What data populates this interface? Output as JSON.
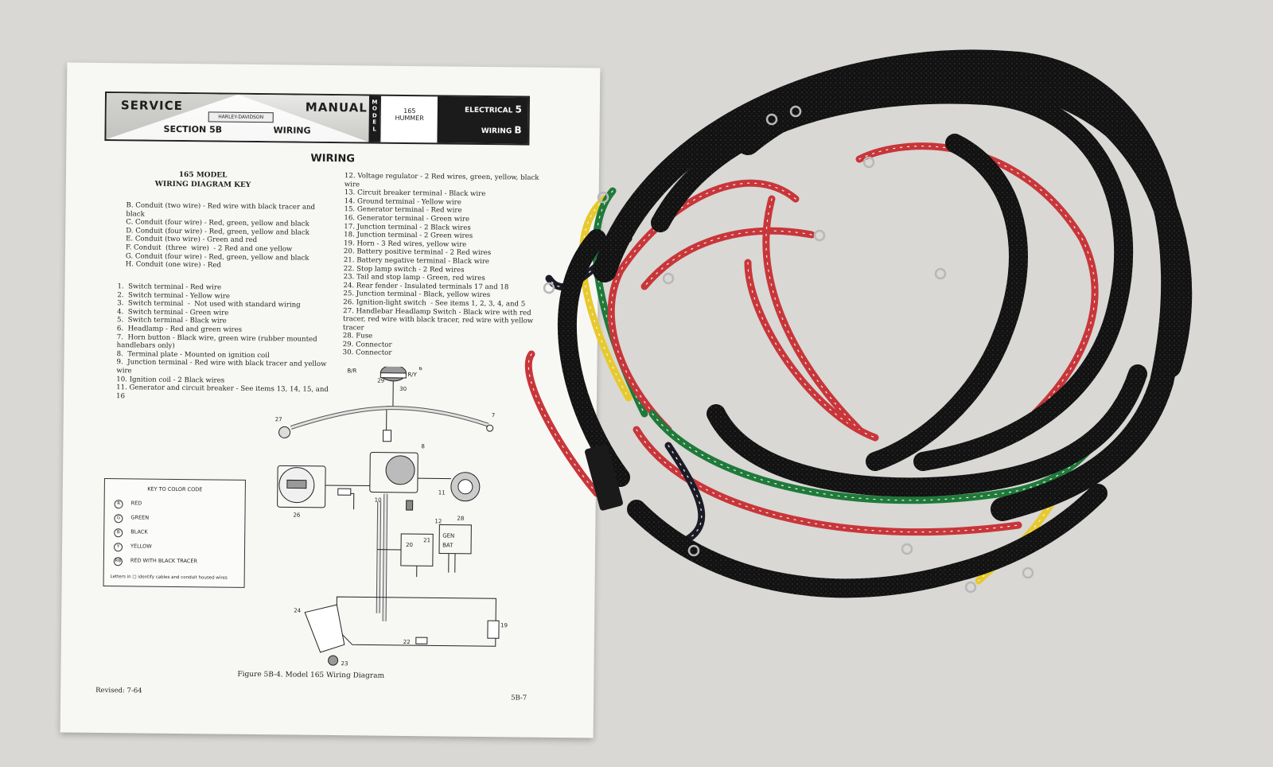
{
  "manual": {
    "header": {
      "service": "SERVICE",
      "manual": "MANUAL",
      "brand": "HARLEY-DAVIDSON",
      "section": "SECTION  5B",
      "wiring": "WIRING",
      "model_tab": "MODEL",
      "model_number": "165",
      "model_name": "HUMMER",
      "electrical": "ELECTRICAL",
      "electrical_num": "5",
      "wiring_right": "WIRING",
      "wiring_letter": "B"
    },
    "title": "WIRING",
    "key_title_1": "165 MODEL",
    "key_title_2": "WIRING DIAGRAM KEY",
    "conduits": [
      "B. Conduit (two wire) - Red wire with black tracer and black",
      "C. Conduit (four wire) - Red, green, yellow and black",
      "D. Conduit (four wire) - Red, green, yellow and black",
      "E. Conduit (two wire) - Green and red",
      "F. Conduit  (three  wire)  - 2 Red and one yellow",
      "G. Conduit (four wire) - Red, green, yellow and black",
      "H. Conduit (one wire) - Red"
    ],
    "items_left": [
      "1.  Switch terminal - Red wire",
      "2.  Switch terminal - Yellow wire",
      "3.  Switch terminal  -  Not used with standard wiring",
      "4.  Switch terminal - Green wire",
      "5.  Switch terminal - Black wire",
      "6.  Headlamp - Red and green wires",
      "7.  Horn button - Black wire, green wire (rubber mounted handlebars only)",
      "8.  Terminal plate - Mounted on ignition coil",
      "9.  Junction terminal - Red wire with black tracer and yellow wire",
      "10. Ignition coil - 2 Black wires",
      "11. Generator and circuit breaker - See items 13, 14, 15, and 16"
    ],
    "items_right": [
      "12. Voltage regulator - 2 Red wires, green, yellow, black wire",
      "13. Circuit breaker terminal - Black wire",
      "14. Ground terminal - Yellow wire",
      "15. Generator terminal - Red wire",
      "16. Generator terminal - Green wire",
      "17. Junction terminal - 2 Black wires",
      "18. Junction terminal - 2 Green wires",
      "19. Horn - 3 Red wires, yellow wire",
      "20. Battery positive terminal - 2 Red wires",
      "21. Battery negative terminal - Black wire",
      "22. Stop lamp switch - 2 Red wires",
      "23. Tail and stop lamp - Green, red wires",
      "24. Rear fender - Insulated terminals 17 and 18",
      "25. Junction terminal - Black, yellow wires",
      "26. Ignition-light switch  - See items 1, 2, 3, 4, and 5",
      "27. Handlebar Headlamp Switch - Black wire with red tracer, red wire with black tracer, red wire with yellow tracer",
      "28. Fuse",
      "29. Connector",
      "30. Connector"
    ],
    "diagram_labels": {
      "br": "B/R",
      "ry": "R/Y",
      "n6": "6",
      "n7": "7",
      "n8": "8",
      "n10": "10",
      "n11": "11",
      "n12": "12",
      "n19": "19",
      "n20": "20",
      "n21": "21",
      "n22": "22",
      "n23": "23",
      "n24": "24",
      "n26": "26",
      "n27": "27",
      "n28": "28",
      "n29": "29",
      "n30": "30",
      "gen": "GEN",
      "bat": "BAT"
    },
    "color_key": {
      "title": "KEY TO COLOR CODE",
      "rows": [
        {
          "code": "R",
          "label": "RED"
        },
        {
          "code": "G",
          "label": "GREEN"
        },
        {
          "code": "B",
          "label": "BLACK"
        },
        {
          "code": "Y",
          "label": "YELLOW"
        },
        {
          "code": "RB",
          "label": "RED WITH BLACK TRACER"
        }
      ],
      "footnote": "Letters in □ identify cables and conduit housed wires"
    },
    "caption": "Figure 5B-4.  Model 165 Wiring Diagram",
    "revised": "Revised:   7-64",
    "page": "5B-7"
  },
  "colors": {
    "background": "#d9d8d5",
    "paper": "#f7f7f4",
    "conduit": "#141414",
    "wire_red": "#c8363a",
    "wire_green": "#1f7a3a",
    "wire_yellow": "#e7c92c",
    "wire_black": "#1b1b26"
  }
}
